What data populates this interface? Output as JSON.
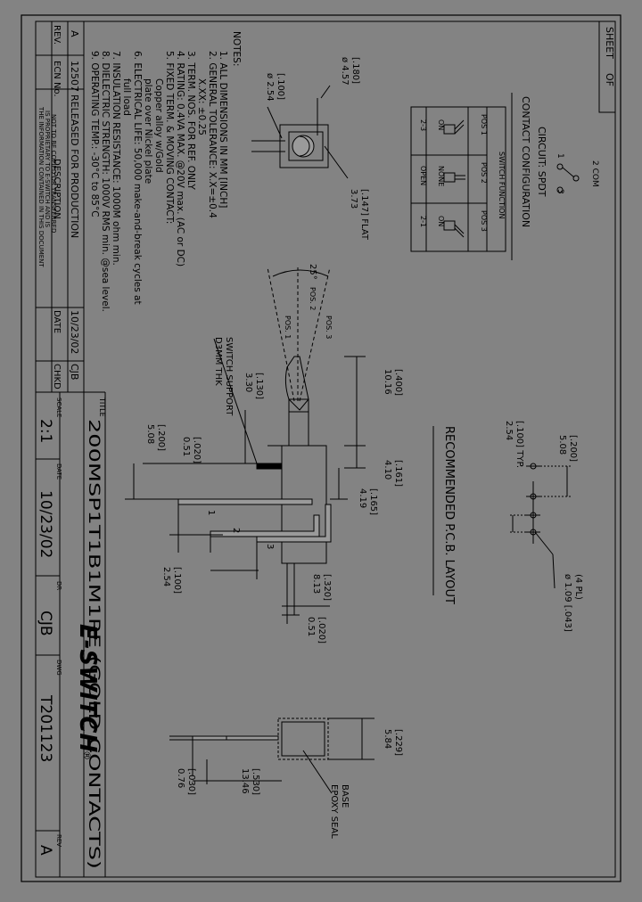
{
  "sheet": {
    "sheet_label": "SHEET",
    "of_label": "OF"
  },
  "notes": {
    "heading": "NOTES:",
    "items": [
      "1. ALL DIMENSIONS IN MM [INCH]",
      "2. GENERAL TOLERANCE: X.X=±0.4",
      "X.XX: ±0.25",
      "3. TERM. NOS. FOR REF. ONLY",
      "4. RATING: 0.4VA MAX. @20V max. (AC or DC)",
      "5. FIXED TERM. & MOVING CONTACT:",
      "Copper alloy w/Gold",
      "plate over Nickel plate",
      "6. ELECTRICAL LIFE: 50,000 make-and-break cycles at",
      "full load",
      "7. INSULATION RESISTANCE: 1000M ohm min.",
      "8. DIELECTRIC STRENGTH: 1000V RMS min. @sea level.",
      "9. OPERATING TEMP.: -30°C to 85°C"
    ]
  },
  "revision_block": {
    "headers": [
      "REV.",
      "ECN No.",
      "DESCRIPTION",
      "DATE",
      "CHKD"
    ],
    "row": [
      "A",
      "12507",
      "RELEASED FOR PRODUCTION",
      "10/23/02",
      "CJB"
    ]
  },
  "proprietary_notice": [
    "THE INFORMATION CONTAINED IN THIS DOCUMENT",
    "IS PROPRIETARY TO E-SWITCH AND IS",
    "NOT TO BE COPIED OR TRANSFERRED"
  ],
  "title_block": {
    "title_label": "TITLE",
    "title": "200MSP1T1B1M1RE (GOLD CONTACTS)",
    "scale_label": "SCALE",
    "scale": "2:1",
    "date_label": "DATE",
    "date": "10/23/02",
    "drawn_label": "DR",
    "drawn": "CJB",
    "dwg_label": "DWG",
    "dwg": "T201123",
    "rev_label": "REV",
    "rev": "A",
    "company": "E-SWITCH",
    "registered": "®"
  },
  "circuit": {
    "title": "CIRCUIT: SPDT",
    "diagram_title": "CONTACT CONFIGURATION",
    "t1": "1",
    "t2": "2 COM",
    "t3": "3",
    "switch_function_label": "SWITCH FUNCTION",
    "pos_headers": [
      "POS 1",
      "POS 2",
      "POS 3"
    ],
    "states": [
      "ON",
      "NONE",
      "ON"
    ],
    "contacts": [
      "2-3",
      "OPEN",
      "2-1"
    ]
  },
  "pcb_layout": {
    "title": "RECOMMENDED P.C.B. LAYOUT",
    "dim_508": "5.08",
    "dim_200": "[.200]",
    "dim_254": "2.54",
    "dim_100typ": "[.100] TYP.",
    "hole": "ø 1.09 [.043]",
    "holes_count": "(4 PL)"
  },
  "side_view": {
    "dia_457": "ø 4.57",
    "dia_180": "[.180]",
    "dia_254": "ø 2.54",
    "dia_100": "[.100]",
    "flat_373": "3.73",
    "flat_147": "[.147] FLAT",
    "angle": "25°",
    "pos1": "POS. 1",
    "pos2": "POS. 2",
    "pos3": "POS. 3",
    "d1016": "10.16",
    "d400": "[.400]",
    "d410": "4.10",
    "d161": "[.161]",
    "d419": "4.19",
    "d165": "[.165]",
    "d813": "8.13",
    "d320": "[.320]",
    "d051a": "0.51",
    "d020a": "[.020]",
    "d254": "2.54",
    "d100": "[.100]",
    "d508": "5.08",
    "d200": "[.200]",
    "d051b": "0.51",
    "d020b": "[.020]",
    "d330": "3.30",
    "d130": "[.130]",
    "bracket1": "D3MM THK",
    "bracket2": "SWITCH SUPPORT",
    "term1": "1",
    "term2": "2",
    "term3": "3"
  },
  "end_view": {
    "d584": "5.84",
    "d229": "[.229]",
    "d1346": "13.46",
    "d530": "[.530]",
    "d076": "0.76",
    "d030": "[.030]",
    "epoxy1": "EPOXY SEAL",
    "epoxy2": "BASE"
  }
}
